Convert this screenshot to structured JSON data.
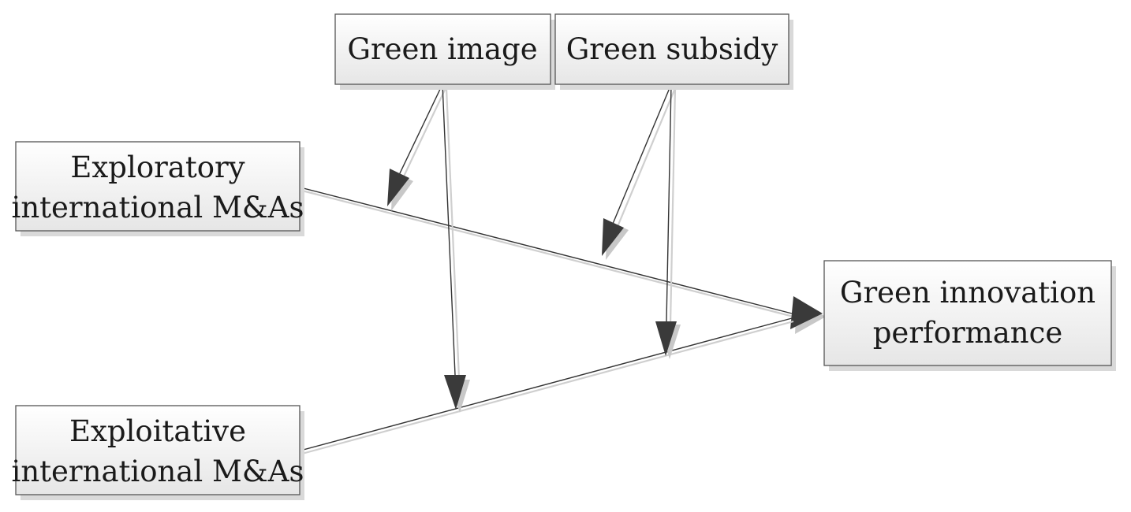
{
  "diagram": {
    "nodes": {
      "green_image": {
        "lines": [
          "Green image"
        ]
      },
      "green_subsidy": {
        "lines": [
          "Green subsidy"
        ]
      },
      "exploratory": {
        "lines": [
          "Exploratory",
          "international M&As"
        ]
      },
      "exploitative": {
        "lines": [
          "Exploitative",
          "international M&As"
        ]
      },
      "performance": {
        "lines": [
          "Green innovation",
          "performance"
        ]
      }
    },
    "edges": [
      {
        "from": "exploratory",
        "to": "performance",
        "kind": "direct-effect"
      },
      {
        "from": "exploitative",
        "to": "performance",
        "kind": "direct-effect"
      },
      {
        "from": "green_image",
        "to": "exploratory->performance",
        "kind": "moderation"
      },
      {
        "from": "green_image",
        "to": "exploitative->performance",
        "kind": "moderation"
      },
      {
        "from": "green_subsidy",
        "to": "exploratory->performance",
        "kind": "moderation"
      },
      {
        "from": "green_subsidy",
        "to": "exploitative->performance",
        "kind": "moderation"
      }
    ]
  }
}
